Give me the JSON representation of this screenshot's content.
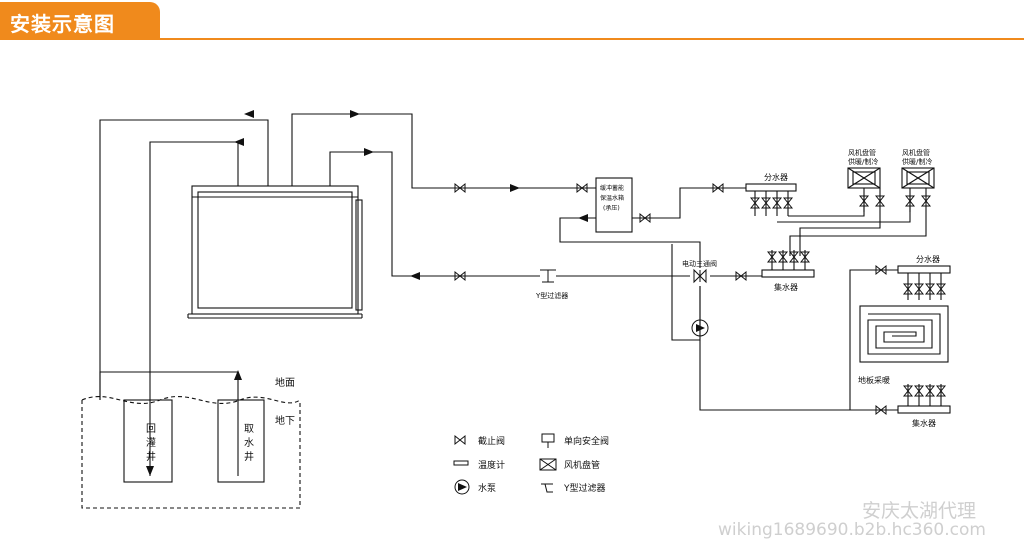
{
  "header": {
    "title": "安装示意图"
  },
  "labels": {
    "ground_surface": "地面",
    "underground": "地下",
    "return_well": [
      "回",
      "灌",
      "井"
    ],
    "intake_well": [
      "取",
      "水",
      "井"
    ],
    "y_filter": "Y型过滤器",
    "buffer_tank": [
      "缓冲蓄能",
      "保温水箱",
      "(承压)"
    ],
    "distributor_top": "分水器",
    "fan_coil_1": [
      "风机盘管",
      "供暖/制冷"
    ],
    "fan_coil_2": [
      "风机盘管",
      "供暖/制冷"
    ],
    "three_way_valve": "电动三通阀",
    "collector_mid": "集水器",
    "distributor_right": "分水器",
    "floor_heating": "地板采暖",
    "collector_bottom": "集水器"
  },
  "legend": [
    {
      "icon": "stop-valve-icon",
      "label": "截止阀"
    },
    {
      "icon": "check-valve-icon",
      "label": "单向安全阀"
    },
    {
      "icon": "thermometer-icon",
      "label": "温度计"
    },
    {
      "icon": "fan-coil-icon",
      "label": "风机盘管"
    },
    {
      "icon": "pump-icon",
      "label": "水泵"
    },
    {
      "icon": "y-filter-icon",
      "label": "Y型过滤器"
    }
  ],
  "watermark": {
    "line1": "安庆太湖代理",
    "line2": "wiking1689690.b2b.hc360.com"
  },
  "colors": {
    "accent": "#f08a1c",
    "line": "#111111"
  }
}
